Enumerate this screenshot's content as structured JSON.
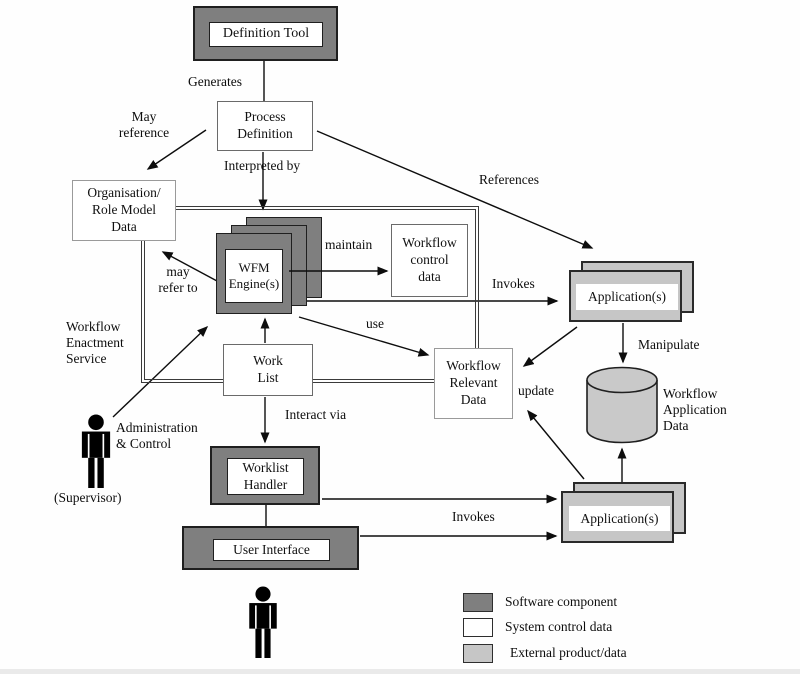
{
  "colors": {
    "software_component": "#7f7f7f",
    "system_control_data": "#ffffff",
    "external_product_data": "#c6c6c6",
    "line": "#111111"
  },
  "nodes": {
    "definition_tool": {
      "label": "Definition Tool"
    },
    "process_definition": {
      "label": "Process\nDefinition"
    },
    "org_role_model_data": {
      "label": "Organisation/\nRole Model\nData"
    },
    "wfm_engine": {
      "label": "WFM\nEngine(s)"
    },
    "workflow_control_data": {
      "label": "Workflow\ncontrol\ndata"
    },
    "application_top": {
      "label": "Application(s)"
    },
    "work_list": {
      "label": "Work\nList"
    },
    "workflow_relevant_data": {
      "label": "Workflow\nRelevant\nData"
    },
    "worklist_handler": {
      "label": "Worklist\nHandler"
    },
    "user_interface": {
      "label": "User Interface"
    },
    "application_bottom": {
      "label": "Application(s)"
    },
    "workflow_application_data": {
      "label": "Workflow\nApplication\nData"
    }
  },
  "edge_labels": {
    "generates": "Generates",
    "may_reference": "May\nreference",
    "interpreted_by": "Interpreted by",
    "references": "References",
    "maintain": "maintain",
    "invokes_top": "Invokes",
    "may_refer_to": "may\nrefer to",
    "use": "use",
    "update": "update",
    "manipulate": "Manipulate",
    "interact_via": "Interact via",
    "administration_control": "Administration\n& Control",
    "supervisor": "(Supervisor)",
    "invokes_bottom": "Invokes",
    "workflow_enactment_service": "Workflow\nEnactment\nService"
  },
  "legend": {
    "items": [
      {
        "label": "Software component",
        "color": "#7f7f7f"
      },
      {
        "label": "System control data",
        "color": "#ffffff"
      },
      {
        "label": "External product/data",
        "color": "#c6c6c6"
      }
    ]
  }
}
